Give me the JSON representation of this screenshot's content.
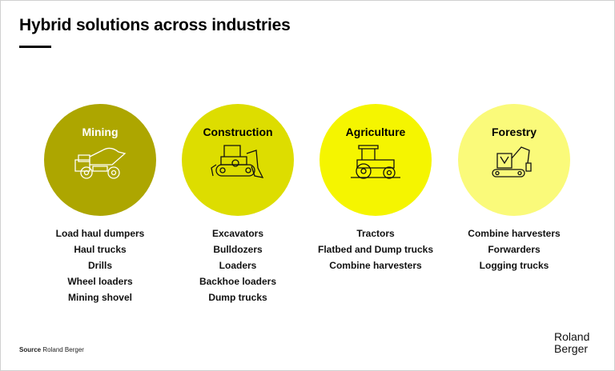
{
  "title": "Hybrid solutions across industries",
  "industries": [
    {
      "name": "Mining",
      "color": "#ada600",
      "icon": "mining-dump-truck-icon",
      "items": [
        "Load haul dumpers",
        "Haul trucks",
        "Drills",
        "Wheel loaders",
        "Mining shovel"
      ]
    },
    {
      "name": "Construction",
      "color": "#dddd00",
      "icon": "bulldozer-icon",
      "items": [
        "Excavators",
        "Bulldozers",
        "Loaders",
        "Backhoe loaders",
        "Dump trucks"
      ]
    },
    {
      "name": "Agriculture",
      "color": "#f5f500",
      "icon": "tractor-icon",
      "items": [
        "Tractors",
        "Flatbed and Dump trucks",
        "Combine harvesters"
      ]
    },
    {
      "name": "Forestry",
      "color": "#fafa7a",
      "icon": "forestry-harvester-icon",
      "items": [
        "Combine harvesters",
        "Forwarders",
        "Logging trucks"
      ]
    }
  ],
  "source": {
    "label": "Source",
    "text": "Roland Berger"
  },
  "logo": {
    "line1": "Roland",
    "line2": "Berger"
  }
}
